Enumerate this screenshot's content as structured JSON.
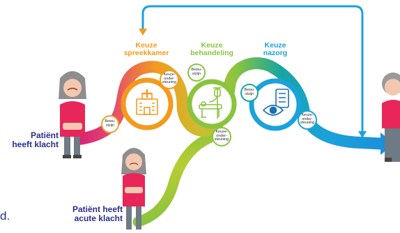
{
  "colors": {
    "magenta": "#d4147e",
    "orange": "#f39a1e",
    "green": "#8ac43f",
    "teal": "#17a5a1",
    "blue": "#1aa2dc",
    "navy": "#2a2f8a",
    "top_arrow": "#1aa2dc"
  },
  "stages": [
    {
      "title_line1": "Keuze",
      "title_line2": "spreekkamer",
      "color": "#f39a1e",
      "icon": "hospital-icon"
    },
    {
      "title_line1": "Keuze",
      "title_line2": "behandeling",
      "color": "#8ac43f",
      "icon": "treatment-bed-icon"
    },
    {
      "title_line1": "Keuze",
      "title_line2": "nazorg",
      "color": "#1aa2dc",
      "icon": "eye-checklist-icon"
    }
  ],
  "badges": {
    "bewustzijn_1": [
      "Bewu-",
      "stzijn"
    ],
    "keuze_ondersteuning_1": [
      "Keuze-",
      "onder-",
      "steuning"
    ],
    "bewustzijn_2": [
      "Bewu-",
      "stzijn"
    ],
    "keuze_ondersteuning_2": [
      "Keuze-",
      "onder-",
      "steuning"
    ],
    "bewustzijn_3": [
      "Bewu-",
      "stzijn"
    ],
    "keuze_ondersteuning_3": [
      "Keuze-",
      "onder-",
      "steuning"
    ]
  },
  "patients": {
    "klacht": {
      "line1": "Patiënt",
      "line2": "heeft klacht"
    },
    "acute": {
      "line1": "Patiënt heeft",
      "line2": "acute klacht"
    }
  },
  "edge_text": "d."
}
